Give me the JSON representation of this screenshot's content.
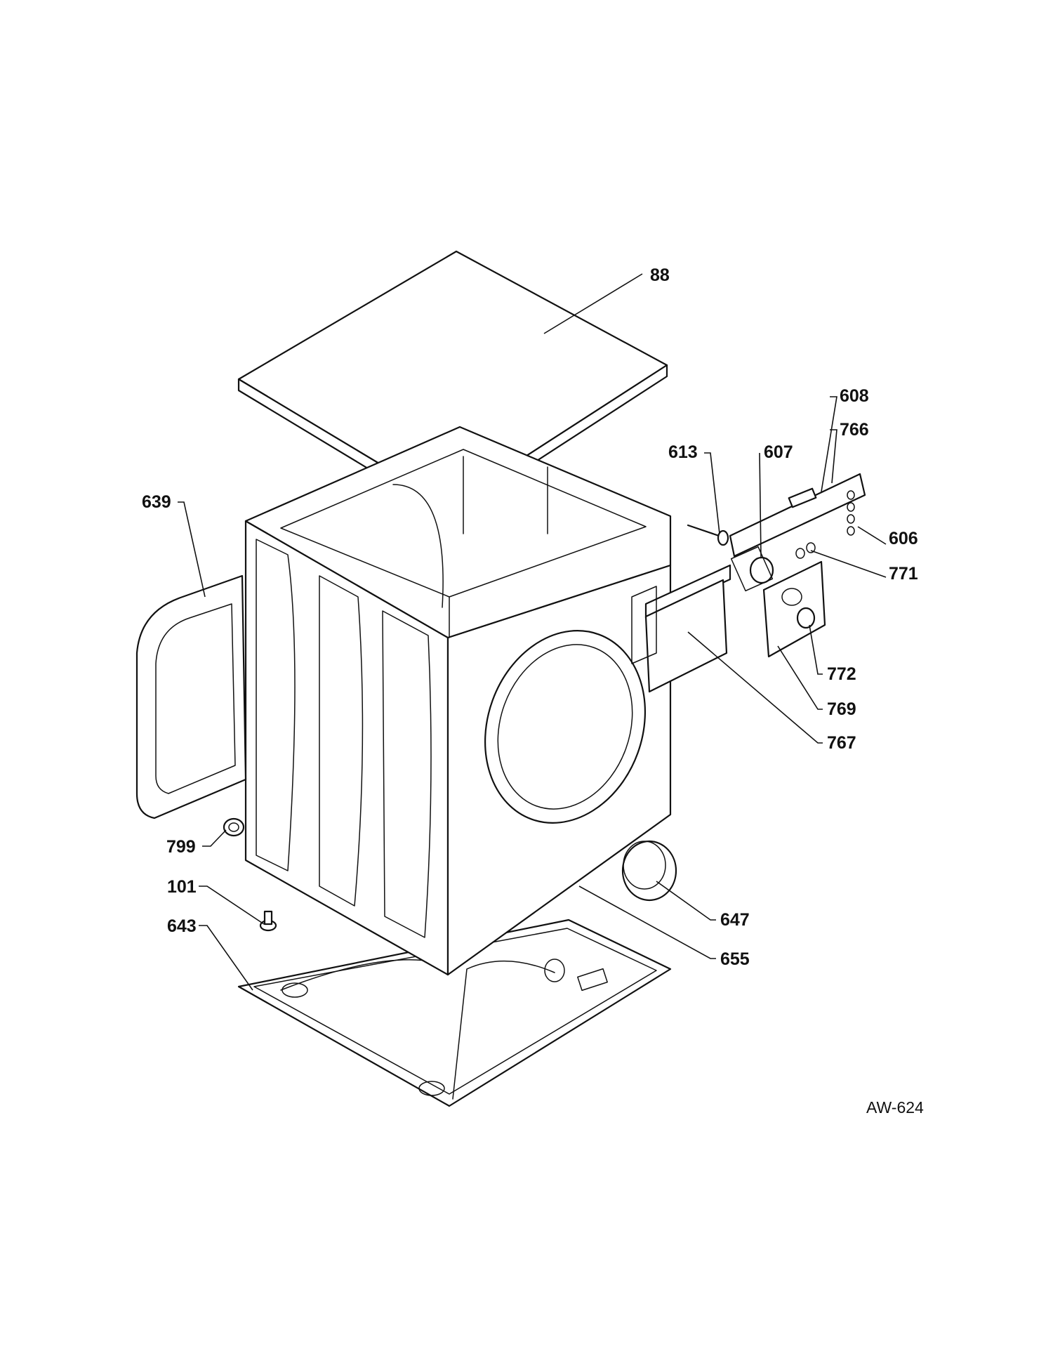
{
  "diagram": {
    "ref_code": "AW-624",
    "callouts": [
      {
        "id": "88",
        "label": "88"
      },
      {
        "id": "608",
        "label": "608"
      },
      {
        "id": "766",
        "label": "766"
      },
      {
        "id": "613",
        "label": "613"
      },
      {
        "id": "607",
        "label": "607"
      },
      {
        "id": "639",
        "label": "639"
      },
      {
        "id": "606",
        "label": "606"
      },
      {
        "id": "771",
        "label": "771"
      },
      {
        "id": "772",
        "label": "772"
      },
      {
        "id": "769",
        "label": "769"
      },
      {
        "id": "767",
        "label": "767"
      },
      {
        "id": "799",
        "label": "799"
      },
      {
        "id": "101",
        "label": "101"
      },
      {
        "id": "643",
        "label": "643"
      },
      {
        "id": "647",
        "label": "647"
      },
      {
        "id": "655",
        "label": "655"
      }
    ]
  }
}
